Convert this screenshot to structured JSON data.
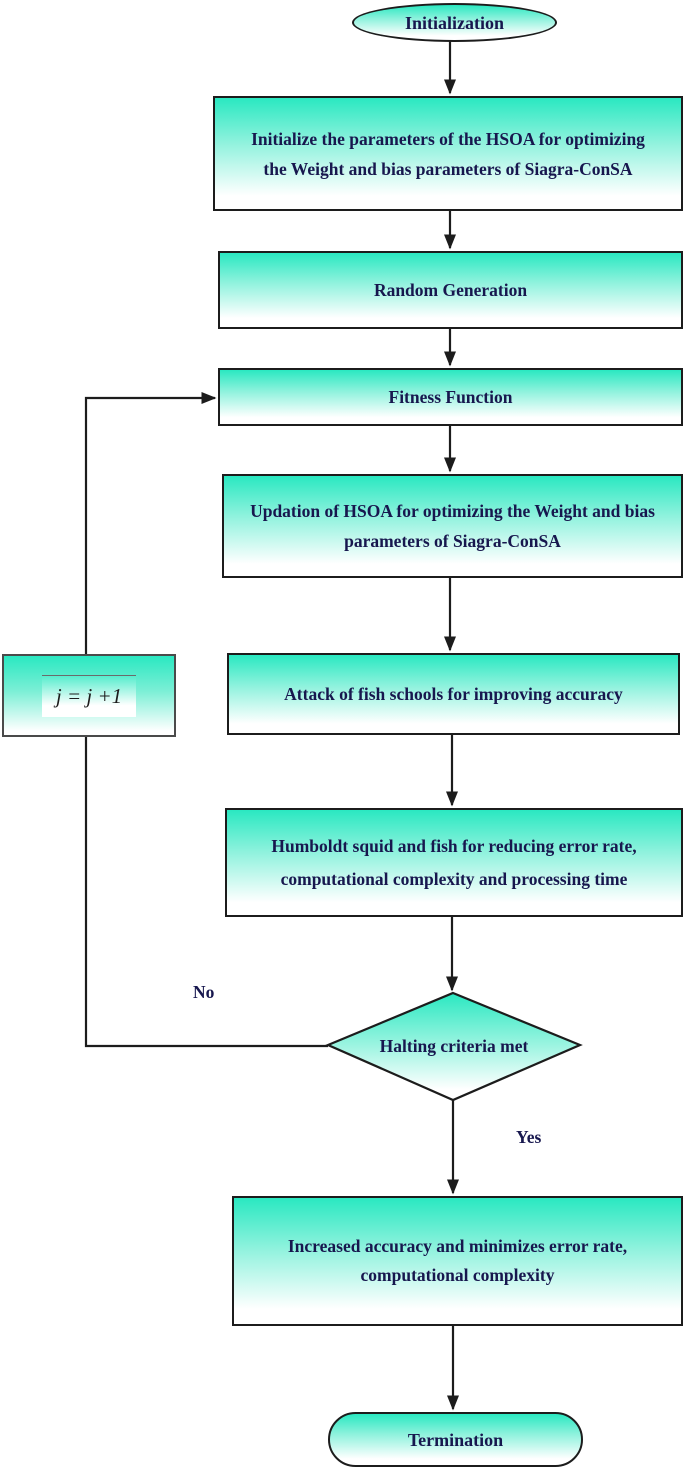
{
  "figure": {
    "type": "flowchart",
    "accent_color": "#2ae8c1",
    "line_color": "#1c1c1c",
    "text_color": "#17174e",
    "nodes": {
      "start": {
        "label": "Initialization",
        "shape": "ellipse"
      },
      "init_params": {
        "label": "Initialize the parameters of the HSOA  for optimizing the Weight and bias parameters of Siagra-ConSA",
        "shape": "process"
      },
      "random_generation": {
        "label": "Random Generation",
        "shape": "process"
      },
      "fitness_function": {
        "label": "Fitness Function",
        "shape": "process"
      },
      "updation": {
        "label": "Updation of HSOA  for optimizing the Weight and bias parameters  of Siagra-ConSA",
        "shape": "process"
      },
      "attack": {
        "label": "Attack of fish schools for improving accuracy",
        "shape": "process"
      },
      "humboldt": {
        "label": "Humboldt squid and fish for reducing error rate, computational complexity and processing time",
        "shape": "process"
      },
      "halting": {
        "label": "Halting criteria met",
        "shape": "decision"
      },
      "increment": {
        "label": "j = j +1",
        "shape": "process"
      },
      "result": {
        "label": "Increased accuracy and minimizes error rate, computational complexity",
        "shape": "process"
      },
      "end": {
        "label": "Termination",
        "shape": "terminator"
      }
    },
    "edges": {
      "no_label": "No",
      "yes_label": "Yes"
    }
  }
}
